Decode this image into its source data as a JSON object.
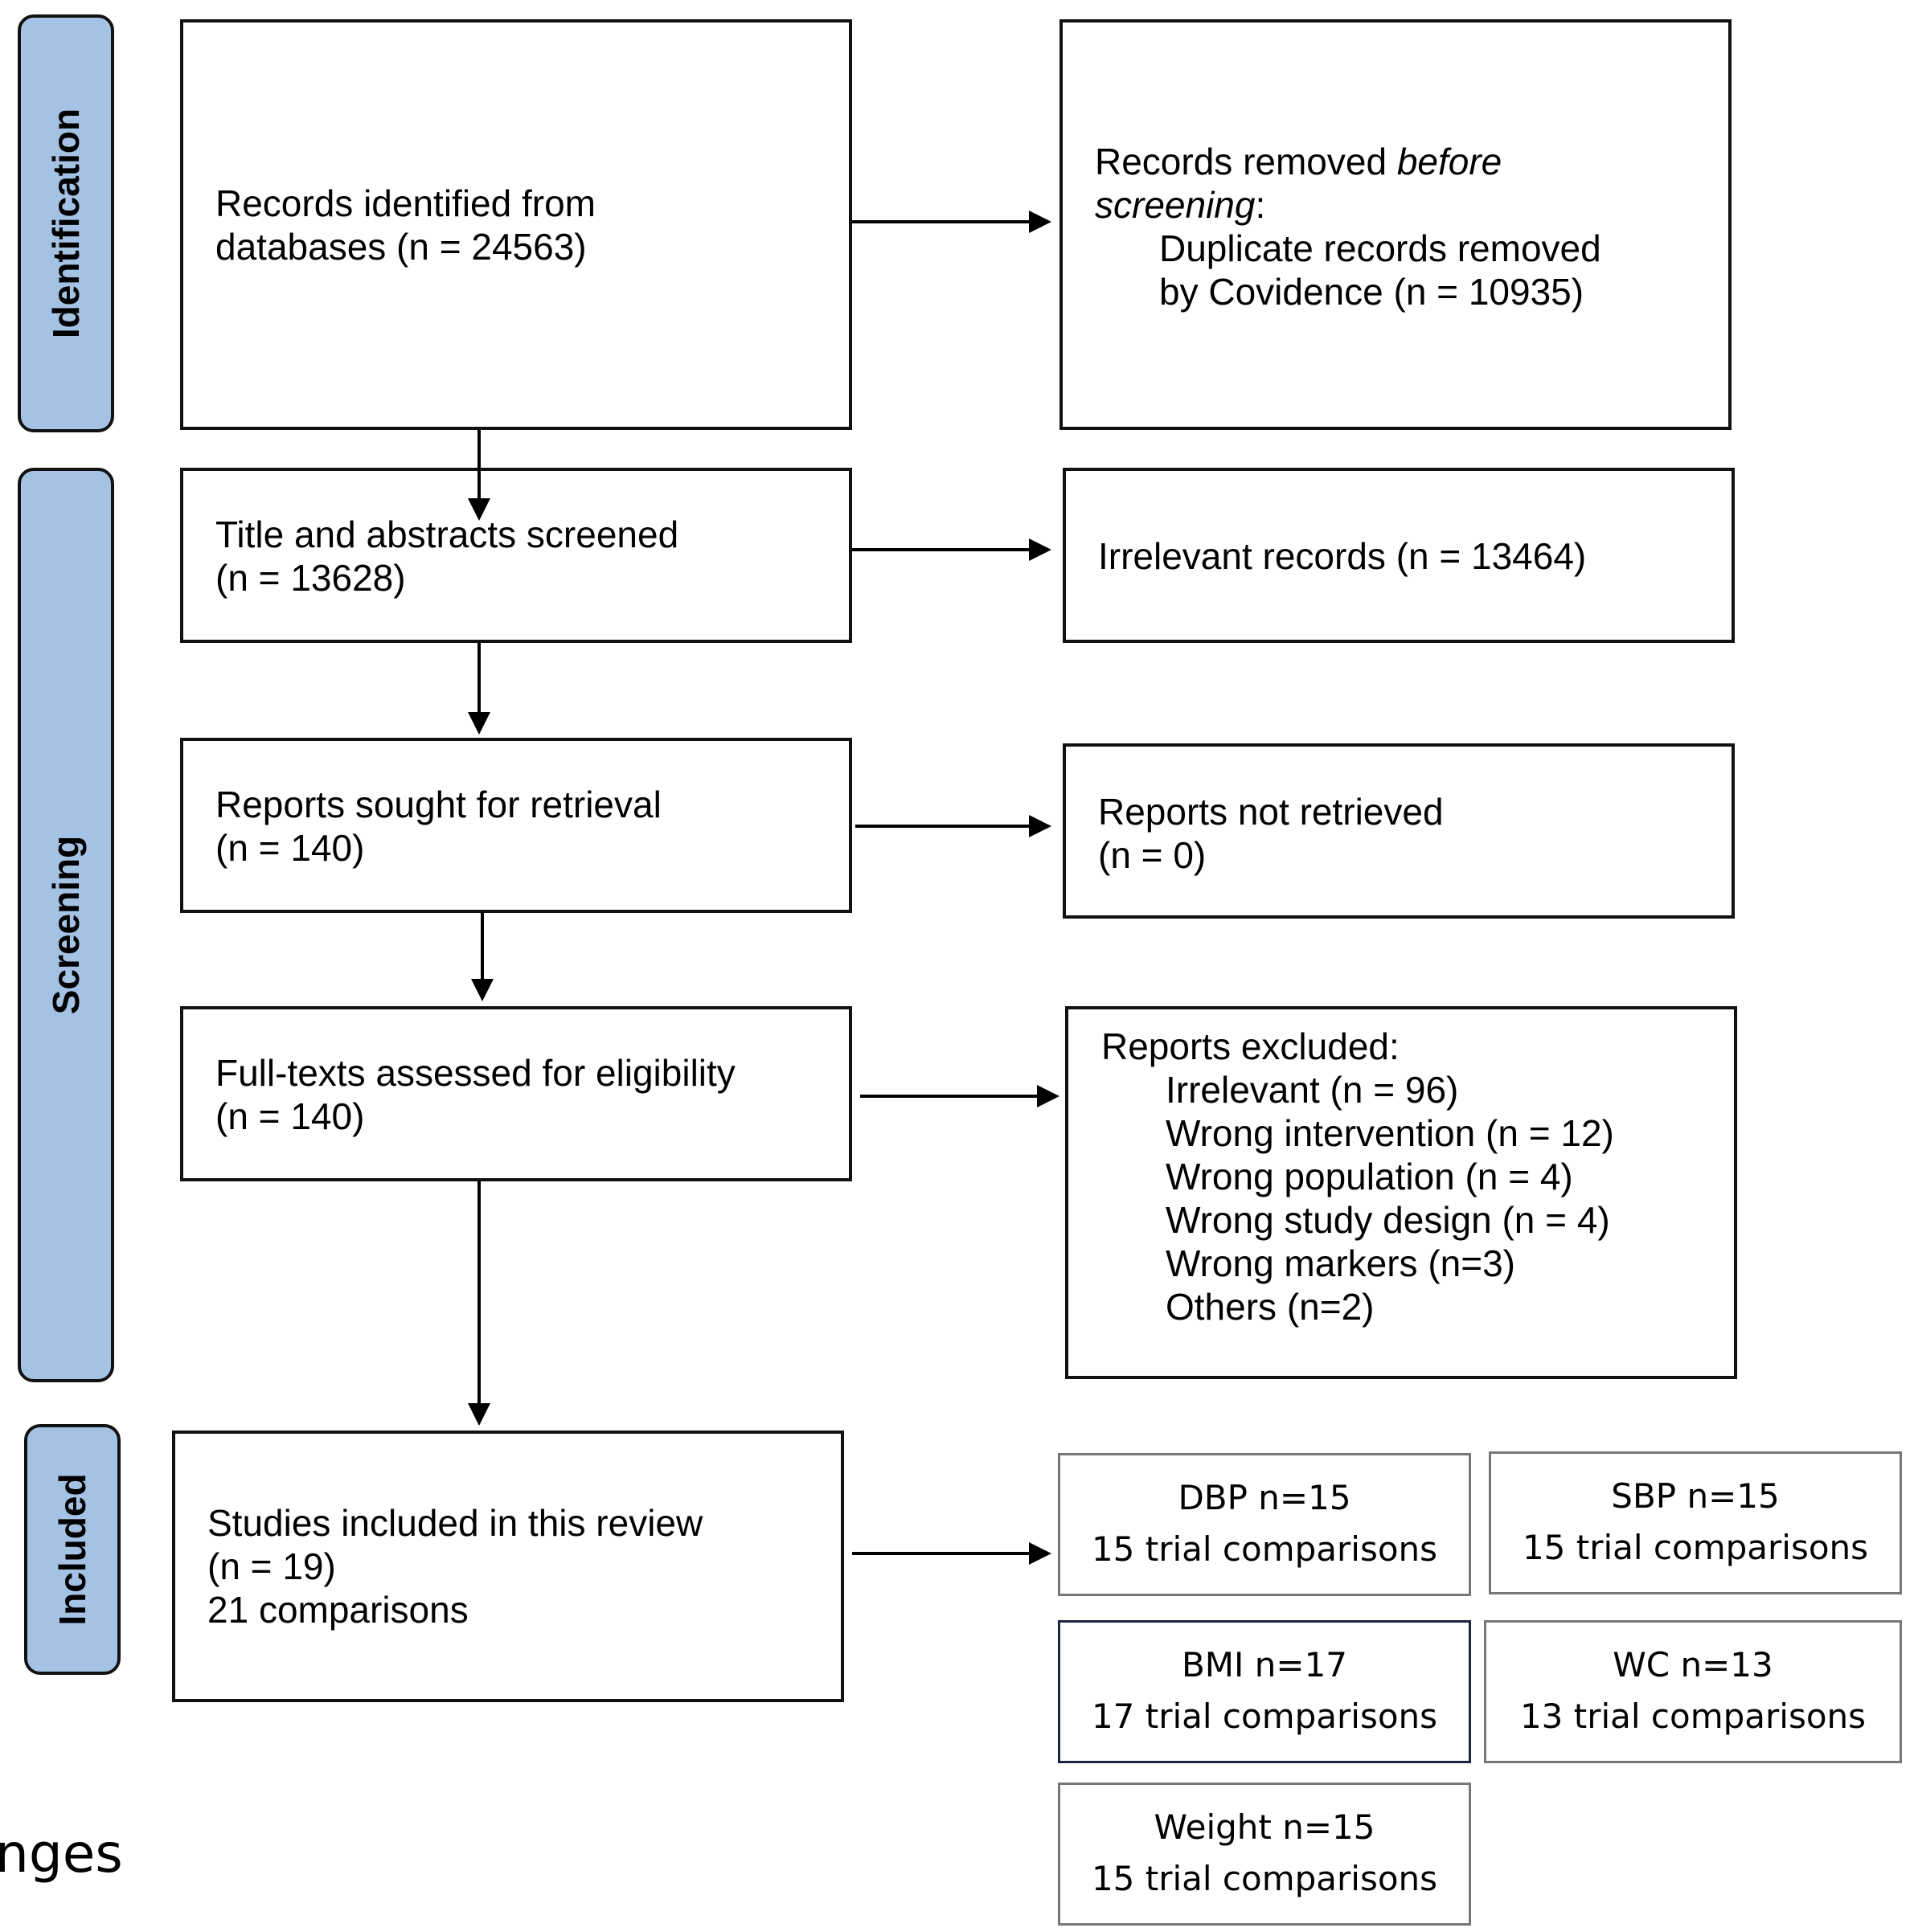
{
  "phases": {
    "identification": "Identification",
    "screening": "Screening",
    "included": "Included"
  },
  "records_identified": {
    "line1": "Records identified from",
    "line2": "databases (n = 24563)"
  },
  "records_removed": {
    "line1_a": "Records removed ",
    "line1_b": "before",
    "line2_a": "screening",
    "line2_b": ":",
    "line3": "Duplicate records removed",
    "line4": "by Covidence (n = 10935)"
  },
  "title_abstracts": {
    "line1": "Title and abstracts screened",
    "line2": "(n = 13628)"
  },
  "irrelevant_records": {
    "line1": "Irrelevant records (n = 13464)"
  },
  "reports_sought": {
    "line1": "Reports sought for retrieval",
    "line2": "(n = 140)"
  },
  "reports_not_retrieved": {
    "line1": "Reports not retrieved",
    "line2": "(n = 0)"
  },
  "full_texts": {
    "line1": "Full-texts assessed for eligibility",
    "line2": "(n = 140)"
  },
  "reports_excluded": {
    "title": "Reports excluded:",
    "items": [
      "Irrelevant (n = 96)",
      "Wrong intervention (n = 12)",
      "Wrong population (n = 4)",
      "Wrong study design (n = 4)",
      "Wrong markers (n=3)",
      "Others (n=2)"
    ]
  },
  "studies_included": {
    "line1": "Studies included in this review",
    "line2": "(n = 19)",
    "line3": "21 comparisons"
  },
  "outcomes": {
    "dbp": {
      "title": "DBP n=15",
      "sub": "15 trial comparisons"
    },
    "sbp": {
      "title": "SBP n=15",
      "sub": "15 trial comparisons"
    },
    "bmi": {
      "title": "BMI n=17",
      "sub": "17 trial comparisons"
    },
    "wc": {
      "title": "WC n=13",
      "sub": "13 trial comparisons"
    },
    "weight": {
      "title": "Weight n=15",
      "sub": "15 trial comparisons"
    }
  },
  "fragment": "nges"
}
